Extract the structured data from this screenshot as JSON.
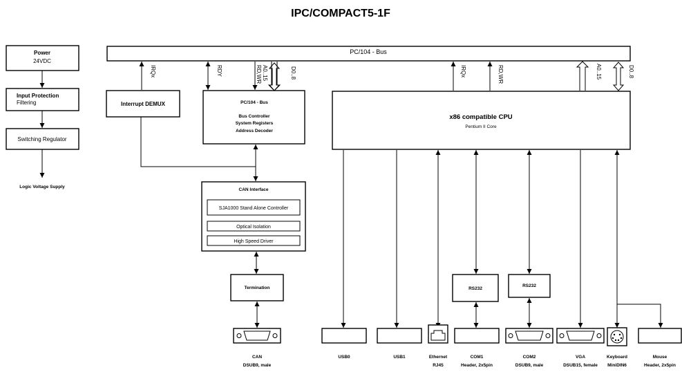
{
  "title": "IPC/COMPACT5-1F",
  "power": {
    "title": "Power",
    "subtitle": "24VDC"
  },
  "input_protection": {
    "title": "Input Protection",
    "subtitle": "Filtering"
  },
  "switching_regulator": "Switching Regulator",
  "logic_supply": "Logic Voltage Supply",
  "bus": "PC/104 - Bus",
  "signals": {
    "irqx": "IRQx",
    "rdy": "RDY",
    "rdwr": "RD,WR",
    "a015": "A0..15",
    "d08": "D0..8"
  },
  "interrupt_demux": "Interrupt DEMUX",
  "bus_controller": {
    "line1": "PC/104 - Bus",
    "line2": "Bus Controller",
    "line3": "System Registers",
    "line4": "Address Decoder"
  },
  "cpu": {
    "title": "x86 compatible CPU",
    "subtitle": "Pentium II Core"
  },
  "can_interface": {
    "title": "CAN Interface",
    "item1": "SJA1000 Stand Alone Controller",
    "item2": "Optical Isolation",
    "item3": "High Speed Driver"
  },
  "termination": "Termination",
  "rs232_1": "RS232",
  "rs232_2": "RS232",
  "connectors": {
    "can": {
      "line1": "CAN",
      "line2": "DSUB9, male"
    },
    "usb0": {
      "line1": "USB0"
    },
    "usb1": {
      "line1": "USB1"
    },
    "ethernet": {
      "line1": "Ethernet",
      "line2": "RJ45"
    },
    "com1": {
      "line1": "COM1",
      "line2": "Header, 2x5pin"
    },
    "com2": {
      "line1": "COM2",
      "line2": "DSUB9, male"
    },
    "vga": {
      "line1": "VGA",
      "line2": "DSUB15, female"
    },
    "keyboard": {
      "line1": "Keyboard",
      "line2": "MiniDIN6"
    },
    "mouse": {
      "line1": "Mouse",
      "line2": "Header, 2x5pin"
    }
  }
}
